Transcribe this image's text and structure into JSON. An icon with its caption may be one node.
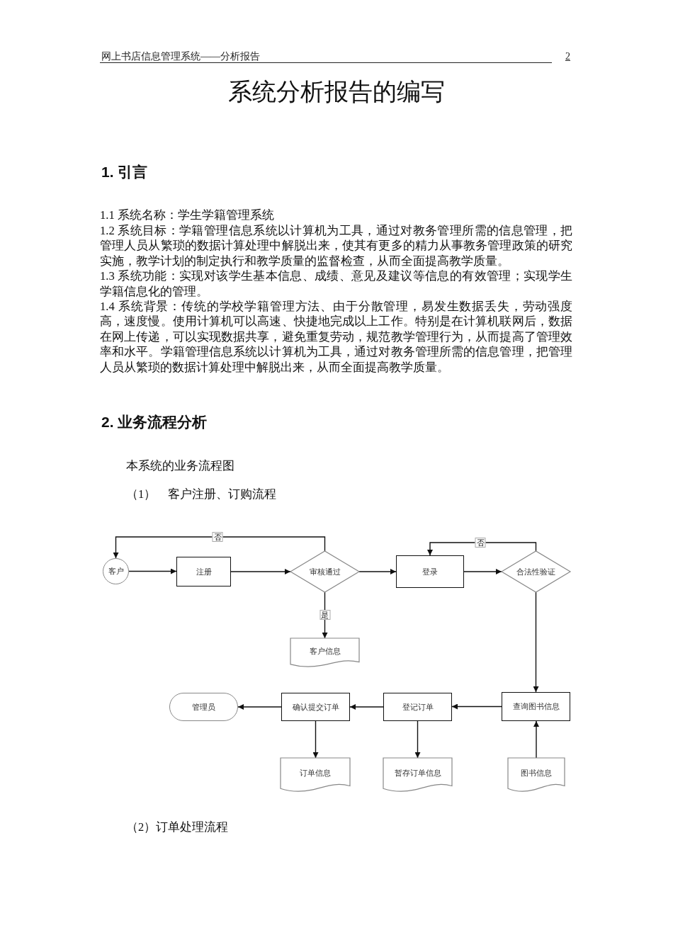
{
  "diagram": {
    "title": "系统分析报告的编写",
    "nodes": [
      {
        "text": [
          "客户"
        ]
      },
      {
        "text": [
          "注册"
        ]
      },
      {
        "text": [
          "审核通过"
        ]
      },
      {
        "text": [
          "登录"
        ]
      },
      {
        "text": [
          "合法性验证"
        ]
      },
      {
        "text": [
          "客户信息"
        ]
      },
      {
        "text": [
          "管理员"
        ]
      },
      {
        "text": [
          "确认提交订单"
        ]
      },
      {
        "text": [
          "登记订单"
        ]
      },
      {
        "text": [
          "查询图书信息"
        ]
      },
      {
        "text": [
          "订单信息"
        ]
      },
      {
        "text": [
          "暂存订单信息"
        ]
      },
      {
        "text": [
          "图书信息"
        ]
      }
    ],
    "edges": [
      {
        "from": 0,
        "to": 1,
        "arrow": "to"
      },
      {
        "from": 1,
        "to": 2,
        "arrow": "to"
      },
      {
        "from": 2,
        "to": 0,
        "arrow": "to",
        "label": "否"
      },
      {
        "from": 2,
        "to": 5,
        "arrow": "to",
        "label": "是"
      },
      {
        "from": 2,
        "to": 3,
        "arrow": "to"
      },
      {
        "from": 3,
        "to": 4,
        "arrow": "to"
      },
      {
        "from": 4,
        "to": 3,
        "arrow": "to",
        "label": "否"
      },
      {
        "from": 4,
        "to": 9,
        "arrow": "to"
      },
      {
        "from": 9,
        "to": 8,
        "arrow": "to"
      },
      {
        "from": 8,
        "to": 7,
        "arrow": "to"
      },
      {
        "from": 7,
        "to": 6,
        "arrow": "to"
      },
      {
        "from": 7,
        "to": 10,
        "arrow": "to"
      },
      {
        "from": 8,
        "to": 11,
        "arrow": "to"
      },
      {
        "from": 12,
        "to": 9,
        "arrow": "to"
      }
    ],
    "labels": [
      "网上书店信息管理系统——分析报告",
      "2",
      "1. 引言",
      "1.1 系统名称：学生学籍管理系统",
      "1.2 系统目标：学籍管理信息系统以计算机为工具，通过对教务管理所需的信息管理，把管理人员从繁琐的数据计算处理中解脱出来，使其有更多的精力从事教务管理政策的研究实施，教学计划的制定执行和教学质量的监督检查，从而全面提高教学质量。",
      "1.3 系统功能：实现对该学生基本信息、成绩、意见及建议等信息的有效管理；实现学生学籍信息化的管理。",
      "1.4 系统背景：传统的学校学籍管理方法、由于分散管理，易发生数据丢失，劳动强度高，速度慢。使用计算机可以高速、快捷地完成以上工作。特别是在计算机联网后，数据在网上传递，可以实现数据共享，避免重复劳动，规范教学管理行为，从而提高了管理效率和水平。学籍管理信息系统以计算机为工具，通过对教务管理所需的信息管理，把管理人员从繁琐的数据计算处理中解脱出来，从而全面提高教学质量。",
      "2. 业务流程分析",
      "本系统的业务流程图",
      "（1） 客户注册、订购流程",
      "（2）订单处理流程"
    ]
  }
}
